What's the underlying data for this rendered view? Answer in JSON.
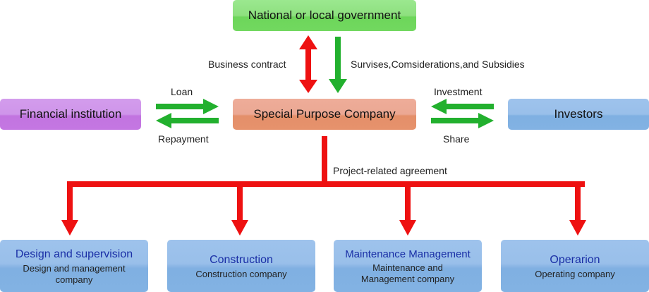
{
  "diagram": {
    "nodes": {
      "government": "National or local government",
      "financial_institution": "Financial institution",
      "spc": "Special Purpose Company",
      "investors": "Investors"
    },
    "edge_labels": {
      "business_contract": "Business contract",
      "supervises": "Survises,Comsiderations,and Subsidies",
      "loan": "Loan",
      "repayment": "Repayment",
      "investment": "Investment",
      "share": "Share",
      "project_agreement": "Project-related agreement"
    },
    "contractors": [
      {
        "title": "Design and supervision",
        "subtitle": "Design and management company"
      },
      {
        "title": "Construction",
        "subtitle": "Construction company"
      },
      {
        "title": "Maintenance Management",
        "subtitle": "Maintenance and Management company"
      },
      {
        "title": "Operarion",
        "subtitle": "Operating company"
      }
    ],
    "colors": {
      "red_arrow": "#ee1111",
      "green_arrow": "#22b02e",
      "contractor_title": "#1a2fa6"
    }
  }
}
